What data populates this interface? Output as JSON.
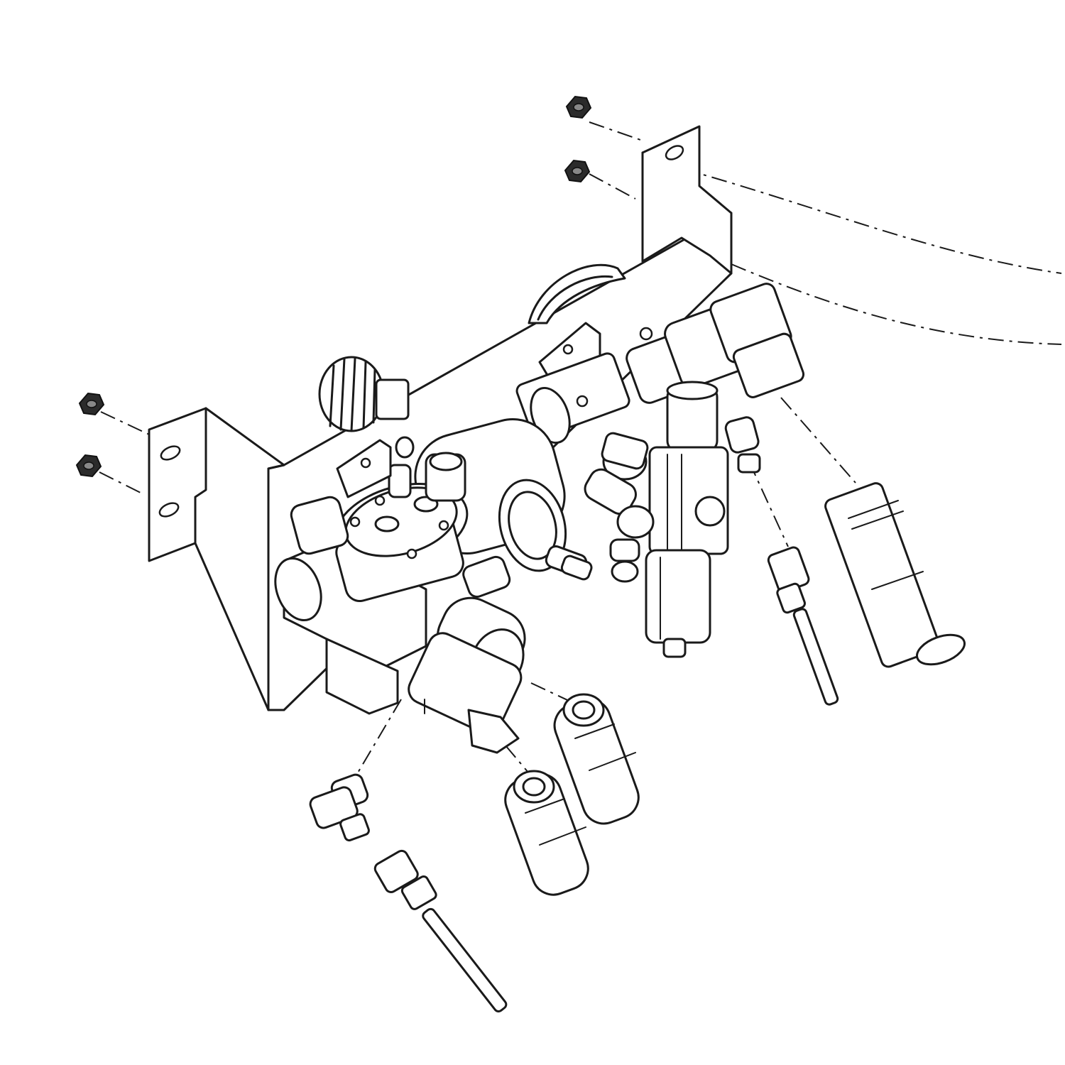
{
  "diagram": {
    "type": "exploded-assembly-drawing",
    "style": "black line art on white",
    "colors": {
      "background": "#ffffff",
      "line": "#1a1a1a",
      "nut_fill": "#2b2b2b"
    },
    "parts": [
      "mounting-bracket",
      "nut",
      "pressure-gauge",
      "adjustment-knob",
      "valve-block",
      "solenoid-valve",
      "filter-regulator",
      "hose-fitting",
      "elbow-fitting",
      "probe-fitting",
      "tube-segment"
    ],
    "labels": []
  }
}
